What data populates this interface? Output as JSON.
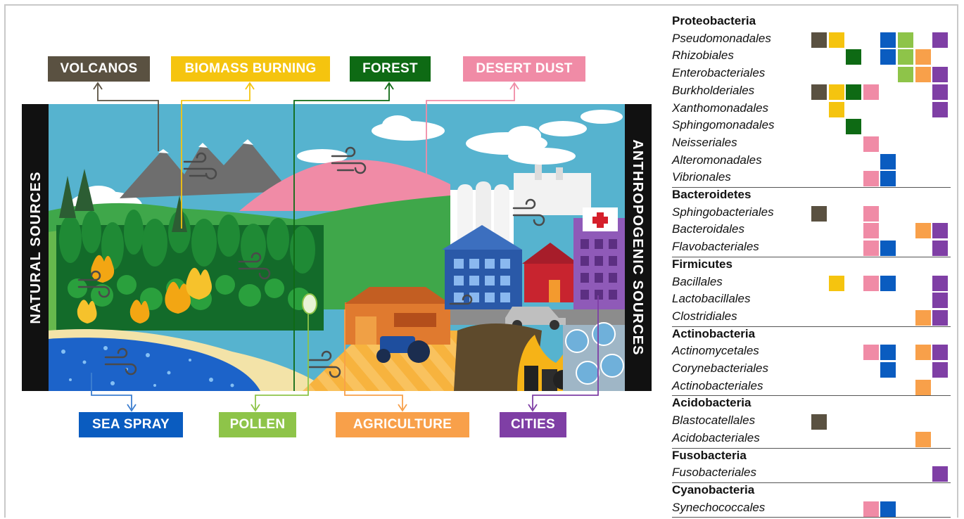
{
  "side_labels": {
    "left": "NATURAL SOURCES",
    "right": "ANTHROPOGENIC SOURCES"
  },
  "sources": [
    {
      "id": "volcanos",
      "label": "VOLCANOS",
      "color": "#5a5141"
    },
    {
      "id": "biomass",
      "label": "BIOMASS BURNING",
      "color": "#f5c40f"
    },
    {
      "id": "forest",
      "label": "FOREST",
      "color": "#0e6a14"
    },
    {
      "id": "desert",
      "label": "DESERT DUST",
      "color": "#f08ba6"
    },
    {
      "id": "sea",
      "label": "SEA SPRAY",
      "color": "#0a5cc0"
    },
    {
      "id": "pollen",
      "label": "POLLEN",
      "color": "#8ec449"
    },
    {
      "id": "agriculture",
      "label": "AGRICULTURE",
      "color": "#f8a04a"
    },
    {
      "id": "cities",
      "label": "CITIES",
      "color": "#7f3fa5"
    }
  ],
  "matrix_columns": [
    "volcanos",
    "biomass",
    "forest",
    "desert",
    "sea",
    "pollen",
    "agriculture",
    "cities"
  ],
  "phyla": [
    {
      "name": "Proteobacteria",
      "orders": [
        {
          "name": "Pseudomonadales",
          "sources": [
            "volcanos",
            "biomass",
            "sea",
            "pollen",
            "cities"
          ]
        },
        {
          "name": "Rhizobiales",
          "sources": [
            "forest",
            "sea",
            "pollen",
            "agriculture"
          ]
        },
        {
          "name": "Enterobacteriales",
          "sources": [
            "pollen",
            "agriculture",
            "cities"
          ]
        },
        {
          "name": "Burkholderiales",
          "sources": [
            "volcanos",
            "biomass",
            "forest",
            "desert",
            "cities"
          ]
        },
        {
          "name": "Xanthomonadales",
          "sources": [
            "biomass",
            "cities"
          ]
        },
        {
          "name": "Sphingomonadales",
          "sources": [
            "forest"
          ]
        },
        {
          "name": "Neisseriales",
          "sources": [
            "desert"
          ]
        },
        {
          "name": "Alteromonadales",
          "sources": [
            "sea"
          ]
        },
        {
          "name": "Vibrionales",
          "sources": [
            "desert",
            "sea"
          ]
        }
      ]
    },
    {
      "name": "Bacteroidetes",
      "orders": [
        {
          "name": "Sphingobacteriales",
          "sources": [
            "volcanos",
            "desert"
          ]
        },
        {
          "name": "Bacteroidales",
          "sources": [
            "desert",
            "agriculture",
            "cities"
          ]
        },
        {
          "name": "Flavobacteriales",
          "sources": [
            "desert",
            "sea",
            "cities"
          ]
        }
      ]
    },
    {
      "name": "Firmicutes",
      "orders": [
        {
          "name": "Bacillales",
          "sources": [
            "biomass",
            "desert",
            "sea",
            "cities"
          ]
        },
        {
          "name": "Lactobacillales",
          "sources": [
            "cities"
          ]
        },
        {
          "name": "Clostridiales",
          "sources": [
            "agriculture",
            "cities"
          ]
        }
      ]
    },
    {
      "name": "Actinobacteria",
      "orders": [
        {
          "name": "Actinomycetales",
          "sources": [
            "desert",
            "sea",
            "agriculture",
            "cities"
          ]
        },
        {
          "name": "Corynebacteriales",
          "sources": [
            "sea",
            "cities"
          ]
        },
        {
          "name": "Actinobacteriales",
          "sources": [
            "agriculture"
          ]
        }
      ]
    },
    {
      "name": "Acidobacteria",
      "orders": [
        {
          "name": "Blastocatellales",
          "sources": [
            "volcanos"
          ]
        },
        {
          "name": "Acidobacteriales",
          "sources": [
            "agriculture"
          ]
        }
      ]
    },
    {
      "name": "Fusobacteria",
      "orders": [
        {
          "name": "Fusobacteriales",
          "sources": [
            "cities"
          ]
        }
      ]
    },
    {
      "name": "Cyanobacteria",
      "orders": [
        {
          "name": "Synechococcales",
          "sources": [
            "desert",
            "sea"
          ]
        }
      ]
    }
  ]
}
